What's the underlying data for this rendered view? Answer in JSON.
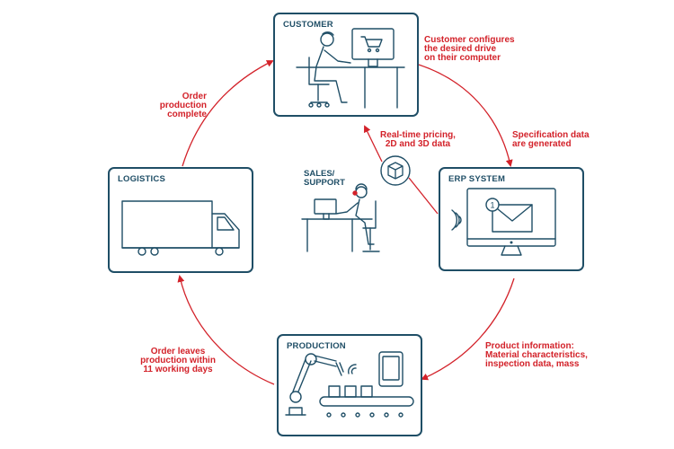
{
  "nodes": {
    "customer": "CUSTOMER",
    "erp": "ERP SYSTEM",
    "production": "PRODUCTION",
    "logistics": "LOGISTICS",
    "sales": [
      "SALES/",
      "SUPPORT"
    ]
  },
  "labels": {
    "customer_configures": [
      "Customer configures",
      "the desired drive",
      "on their computer"
    ],
    "specification": [
      "Specification data",
      "are generated"
    ],
    "product_info": [
      "Product information:",
      "Material characteristics,",
      "inspection data, mass"
    ],
    "order_leaves": [
      "Order leaves",
      "production within",
      "11 working days"
    ],
    "order_complete": [
      "Order",
      "production",
      "complete"
    ],
    "realtime": [
      "Real-time pricing,",
      "2D and 3D data"
    ]
  },
  "erp_badge": "1",
  "colors": {
    "line": "#1f4e66",
    "accent": "#d3222a",
    "bg": "#ffffff"
  }
}
